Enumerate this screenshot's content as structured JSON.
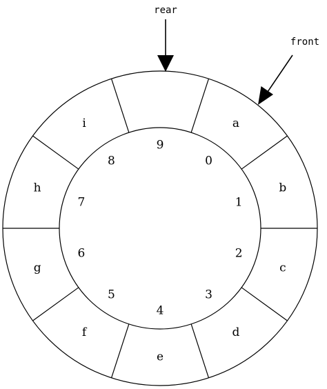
{
  "queue": {
    "slots": [
      {
        "index": "0",
        "element": "a"
      },
      {
        "index": "1",
        "element": "b"
      },
      {
        "index": "2",
        "element": "c"
      },
      {
        "index": "3",
        "element": "d"
      },
      {
        "index": "4",
        "element": "e"
      },
      {
        "index": "5",
        "element": "f"
      },
      {
        "index": "6",
        "element": "g"
      },
      {
        "index": "7",
        "element": "h"
      },
      {
        "index": "8",
        "element": "i"
      },
      {
        "index": "9",
        "element": ""
      }
    ]
  },
  "pointers": {
    "rear_label": "rear",
    "front_label": "front"
  }
}
